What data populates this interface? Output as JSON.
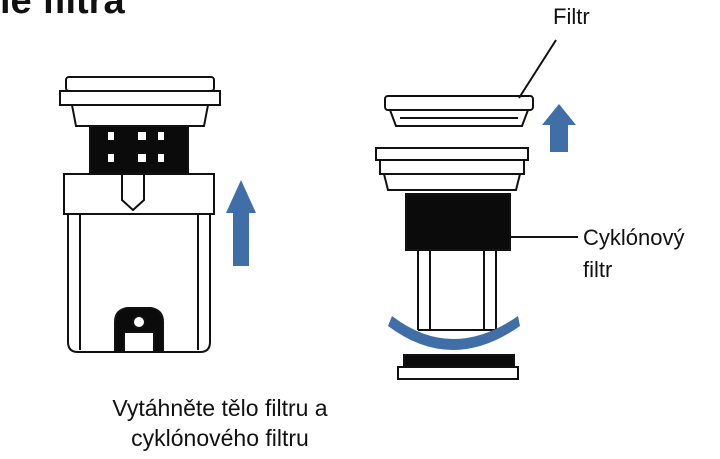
{
  "heading": "le filtra",
  "labels": {
    "filter": "Filtr",
    "cyclone_line1": "Cyklónový",
    "cyclone_line2": "filtr"
  },
  "caption": {
    "line1": "Vytáhněte tělo filtru a",
    "line2": "cyklónového filtru"
  },
  "colors": {
    "arrow": "#3f6fa6",
    "outline": "#111111",
    "fill_dark": "#0b0b0b"
  },
  "icons": {
    "up_arrow": "up-arrow-icon",
    "rotate_arrow": "rotate-arrow-icon"
  }
}
